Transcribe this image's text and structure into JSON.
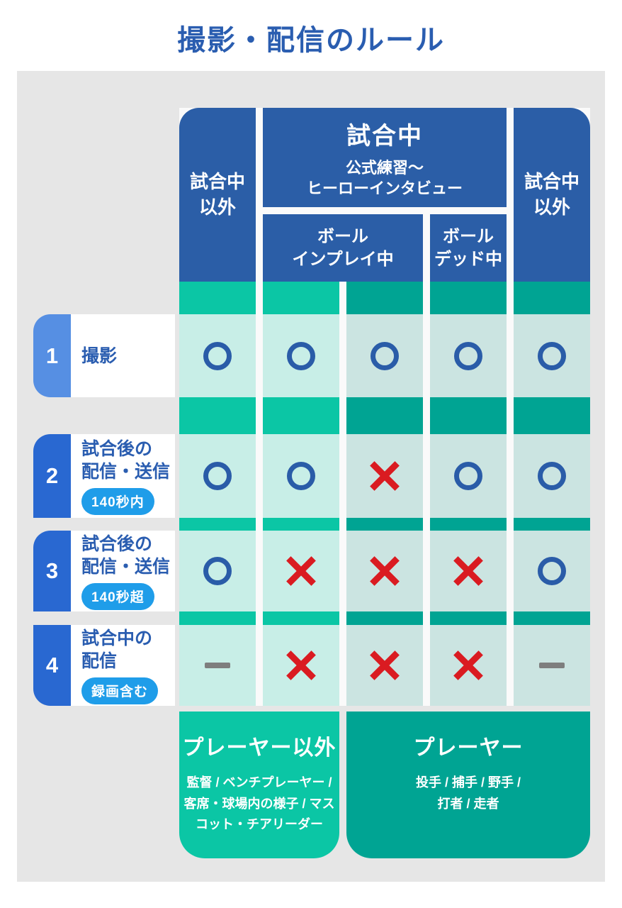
{
  "title": "撮影・配信のルール",
  "header": {
    "outside_left": "試合中\n以外",
    "during": {
      "title": "試合中",
      "subtitle": "公式練習〜\nヒーローインタビュー"
    },
    "ball_in_play": "ボール\nインプレイ中",
    "ball_dead": "ボール\nデッド中",
    "outside_right": "試合中\n以外"
  },
  "rows": [
    {
      "num": "1",
      "title": "撮影",
      "pill": null,
      "marks": [
        "circle",
        "circle",
        "circle",
        "circle",
        "circle"
      ]
    },
    {
      "num": "2",
      "title": "試合後の\n配信・送信",
      "pill": "140秒内",
      "marks": [
        "circle",
        "circle",
        "cross",
        "circle",
        "circle"
      ]
    },
    {
      "num": "3",
      "title": "試合後の\n配信・送信",
      "pill": "140秒超",
      "marks": [
        "circle",
        "cross",
        "cross",
        "cross",
        "circle"
      ]
    },
    {
      "num": "4",
      "title": "試合中の\n配信",
      "pill": "録画含む",
      "marks": [
        "dash",
        "cross",
        "cross",
        "cross",
        "dash"
      ]
    }
  ],
  "legend": {
    "circle": "○",
    "cross": "×",
    "dash": "—"
  },
  "footer": {
    "non_players": {
      "title": "プレーヤー以外",
      "body": "監督 / ベンチプレーヤー /\n客席・球場内の様子 / マス\nコット・チアリーダー"
    },
    "players": {
      "title": "プレーヤー",
      "body": "投手 / 捕手 / 野手 /\n打者 / 走者"
    }
  },
  "colors": {
    "title_text": "#2A5DB0",
    "header_blue": "#2B5EA7",
    "panel_gray": "#E6E6E6",
    "row1_badge": "#568FE3",
    "row_badge": "#2968D1",
    "pill": "#1F9DE9",
    "teal_bright": "#0BC6A5",
    "teal_dark": "#00A493",
    "cell_light": "#C8EEE7",
    "cell_dark": "#CBE4E1",
    "circle": "#2A5CA8",
    "cross": "#DA1B21",
    "dash": "#7E7E7E",
    "label_text": "#2A5DB0"
  }
}
